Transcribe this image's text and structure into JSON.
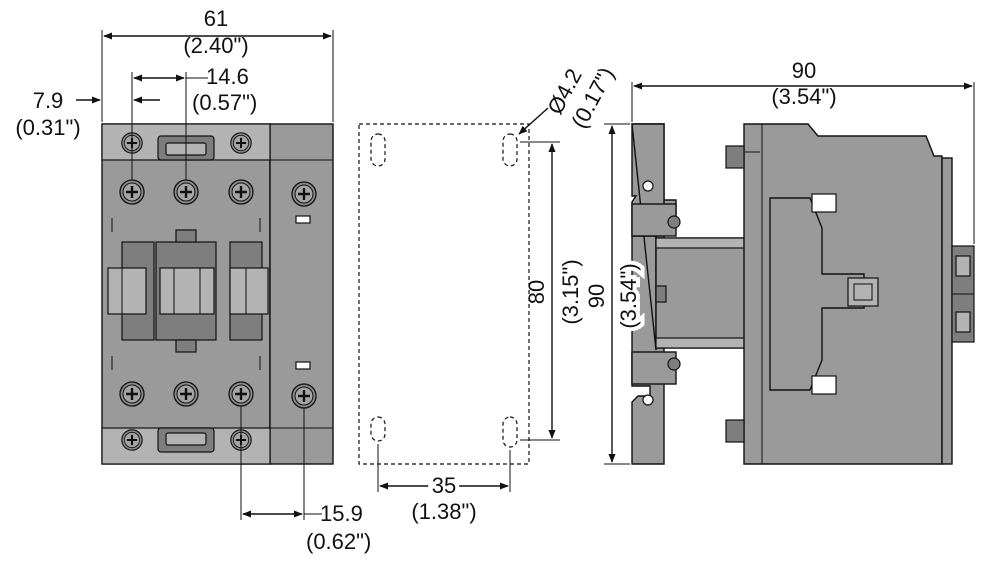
{
  "palette": {
    "housing": "#9a9a9a",
    "housing_dark": "#7e7e7e",
    "housing_light": "#b3b3b3",
    "line": "#111111",
    "background": "#ffffff"
  },
  "dimensions": {
    "front_width": {
      "mm": "61",
      "in": "(2.40\")"
    },
    "terminal_pitch": {
      "mm": "14.6",
      "in": "(0.57\")"
    },
    "edge_offset": {
      "mm": "7.9",
      "in": "(0.31\")"
    },
    "aux_pitch": {
      "mm": "15.9",
      "in": "(0.62\")"
    },
    "hole_diameter": {
      "mm": "Ø4.2",
      "in": "(0.17\")"
    },
    "hole_vertical": {
      "mm": "80",
      "in": "(3.15\")"
    },
    "hole_horizontal": {
      "mm": "35",
      "in": "(1.38\")"
    },
    "side_height": {
      "mm": "90",
      "in": "(3.54\")"
    },
    "side_depth": {
      "mm": "90",
      "in": "(3.54\")"
    }
  }
}
